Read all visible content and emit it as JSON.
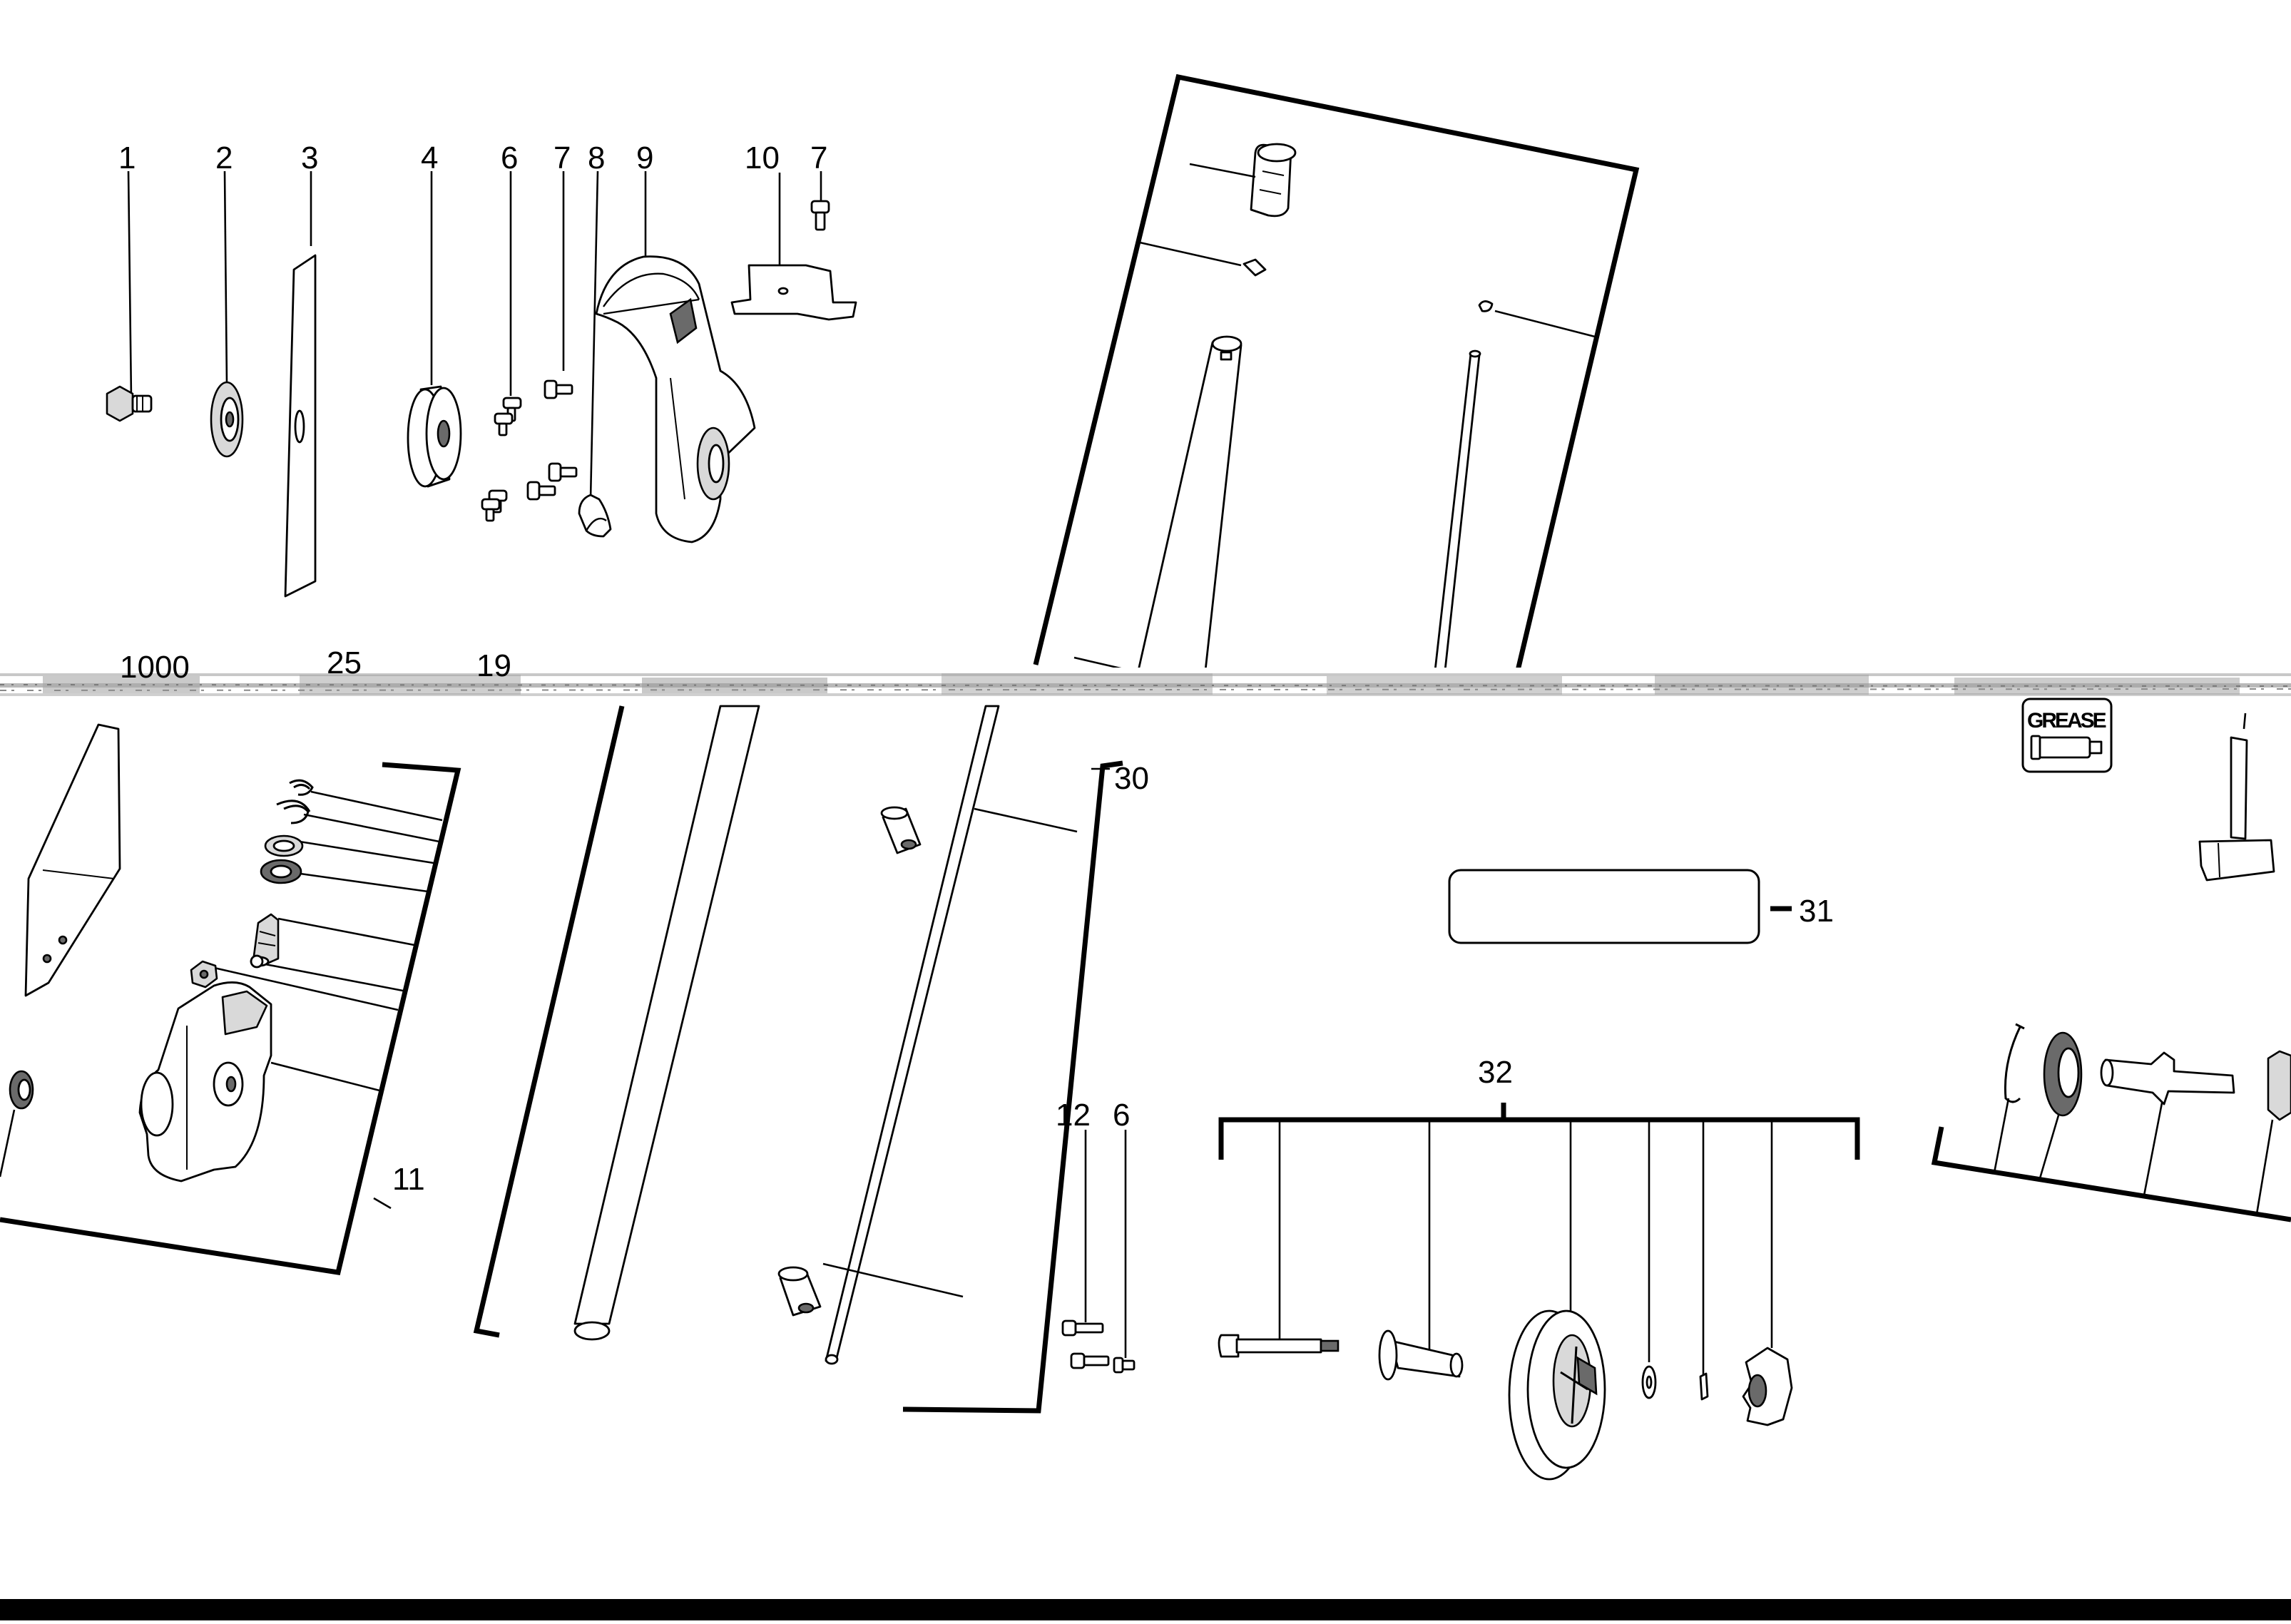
{
  "diagram": {
    "callouts": {
      "c1": "1",
      "c2": "2",
      "c3": "3",
      "c4": "4",
      "c6a": "6",
      "c7a": "7",
      "c8": "8",
      "c9": "9",
      "c10": "10",
      "c7b": "7",
      "c1000": "1000",
      "c25": "25",
      "c19": "19",
      "c11": "11",
      "c30": "30",
      "c31": "31",
      "c32": "32",
      "c12": "12",
      "c6b": "6"
    },
    "grease_label": "GREASE",
    "bottom_bar_color": "#000000",
    "band_color": "#b0b0b0"
  }
}
